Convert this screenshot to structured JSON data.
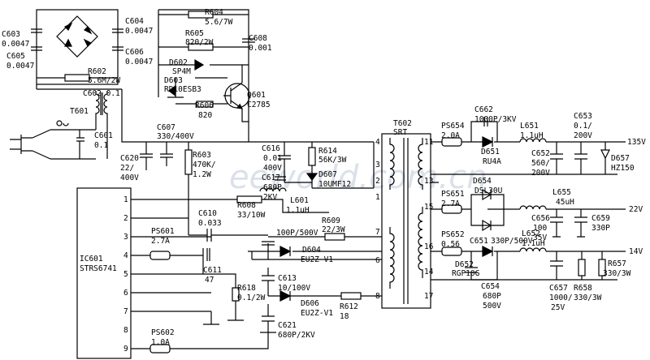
{
  "watermark": "eeworld.com.cn",
  "ic": {
    "ref": "IC601",
    "part": "STRS6741",
    "pins": [
      "1",
      "2",
      "3",
      "4",
      "5",
      "6",
      "7",
      "8",
      "9"
    ]
  },
  "transformer": {
    "ref": "T602",
    "part": "SRT",
    "pins": [
      "4",
      "3",
      "2",
      "1",
      "7",
      "6",
      "8",
      "11",
      "13",
      "15",
      "16",
      "14",
      "17"
    ]
  },
  "labels": [
    {
      "id": "c603-ref",
      "text": "C603"
    },
    {
      "id": "c603-val",
      "text": "0.0047"
    },
    {
      "id": "c605-ref",
      "text": "C605"
    },
    {
      "id": "c605-val",
      "text": "0.0047"
    },
    {
      "id": "c604-ref",
      "text": "C604"
    },
    {
      "id": "c604-val",
      "text": "0.0047"
    },
    {
      "id": "c606-ref",
      "text": "C606"
    },
    {
      "id": "c606-val",
      "text": "0.0047"
    },
    {
      "id": "r602-ref",
      "text": "R602"
    },
    {
      "id": "r602-val",
      "text": "5.6M/2W"
    },
    {
      "id": "t601-ref",
      "text": "T601"
    },
    {
      "id": "c602",
      "text": "C602 0.1"
    },
    {
      "id": "c601-ref",
      "text": "C601"
    },
    {
      "id": "c601-val",
      "text": "0.1"
    },
    {
      "id": "r604-ref",
      "text": "R604"
    },
    {
      "id": "r604-val",
      "text": "5.6/7W"
    },
    {
      "id": "r605-ref",
      "text": "R605"
    },
    {
      "id": "r605-val",
      "text": "820/2W"
    },
    {
      "id": "c608-ref",
      "text": "C608"
    },
    {
      "id": "c608-val",
      "text": "0.001"
    },
    {
      "id": "d602-ref",
      "text": "D602"
    },
    {
      "id": "d602-val",
      "text": "SP4M"
    },
    {
      "id": "d603-ref",
      "text": "D603"
    },
    {
      "id": "d603-val",
      "text": "RD10ESB3"
    },
    {
      "id": "q601-ref",
      "text": "Q601"
    },
    {
      "id": "q601-val",
      "text": "C2785"
    },
    {
      "id": "r606-ref",
      "text": "R606"
    },
    {
      "id": "r606-val",
      "text": "820"
    },
    {
      "id": "c607-ref",
      "text": "C607"
    },
    {
      "id": "c607-val",
      "text": "330/400V"
    },
    {
      "id": "c620-ref",
      "text": "C620"
    },
    {
      "id": "c620-v1",
      "text": "22/"
    },
    {
      "id": "c620-v2",
      "text": "400V"
    },
    {
      "id": "r603-ref",
      "text": "R603"
    },
    {
      "id": "r603-v1",
      "text": "470K/"
    },
    {
      "id": "r603-v2",
      "text": "1.2W"
    },
    {
      "id": "c616-ref",
      "text": "C616"
    },
    {
      "id": "c616-v1",
      "text": "0.01"
    },
    {
      "id": "c616-v2",
      "text": "400V"
    },
    {
      "id": "r614-ref",
      "text": "R614"
    },
    {
      "id": "r614-val",
      "text": "56K/3W"
    },
    {
      "id": "c617-ref",
      "text": "C617"
    },
    {
      "id": "c617-v1",
      "text": "680P"
    },
    {
      "id": "c617-v2",
      "text": "2KV"
    },
    {
      "id": "d607-ref",
      "text": "D607"
    },
    {
      "id": "d607-val",
      "text": "10UMF12"
    },
    {
      "id": "l601-ref",
      "text": "L601"
    },
    {
      "id": "l601-val",
      "text": "1.1uH"
    },
    {
      "id": "r608-ref",
      "text": "R608"
    },
    {
      "id": "r608-val",
      "text": "33/10W"
    },
    {
      "id": "c610-ref",
      "text": "C610"
    },
    {
      "id": "c610-val",
      "text": "0.033"
    },
    {
      "id": "r609-ref",
      "text": "R609"
    },
    {
      "id": "r609-val",
      "text": "22/3W"
    },
    {
      "id": "ps601-ref",
      "text": "PS601"
    },
    {
      "id": "ps601-val",
      "text": "2.7A"
    },
    {
      "id": "c100p",
      "text": "100P/500V"
    },
    {
      "id": "d604-ref",
      "text": "D604"
    },
    {
      "id": "d604-val",
      "text": "EU2Z-V1"
    },
    {
      "id": "c611-ref",
      "text": "C611"
    },
    {
      "id": "c611-val",
      "text": "47"
    },
    {
      "id": "c613-ref",
      "text": "C613"
    },
    {
      "id": "c613-val",
      "text": "10/100V"
    },
    {
      "id": "r618-ref",
      "text": "R618"
    },
    {
      "id": "r618-val",
      "text": "0.1/2W"
    },
    {
      "id": "d606-ref",
      "text": "D606"
    },
    {
      "id": "d606-val",
      "text": "EU2Z-V1"
    },
    {
      "id": "r612-ref",
      "text": "R612"
    },
    {
      "id": "r612-val",
      "text": "18"
    },
    {
      "id": "c621-ref",
      "text": "C621"
    },
    {
      "id": "c621-val",
      "text": "680P/2KV"
    },
    {
      "id": "ps602-ref",
      "text": "PS602"
    },
    {
      "id": "ps602-val",
      "text": "1.0A"
    },
    {
      "id": "ps654-ref",
      "text": "PS654"
    },
    {
      "id": "ps654-val",
      "text": "2.0A"
    },
    {
      "id": "c662-ref",
      "text": "C662"
    },
    {
      "id": "c662-val",
      "text": "1000P/3KV"
    },
    {
      "id": "d651-ref",
      "text": "D651"
    },
    {
      "id": "d651-val",
      "text": "RU4A"
    },
    {
      "id": "l651-ref",
      "text": "L651"
    },
    {
      "id": "l651-val",
      "text": "1.1uH"
    },
    {
      "id": "c652-ref",
      "text": "C652"
    },
    {
      "id": "c652-v1",
      "text": "560/"
    },
    {
      "id": "c652-v2",
      "text": "200V"
    },
    {
      "id": "c653-ref",
      "text": "C653"
    },
    {
      "id": "c653-v1",
      "text": "0.1/"
    },
    {
      "id": "c653-v2",
      "text": "200V"
    },
    {
      "id": "d657-ref",
      "text": "D657"
    },
    {
      "id": "d657-val",
      "text": "HZ150"
    },
    {
      "id": "out135",
      "text": "135V"
    },
    {
      "id": "d654-ref",
      "text": "D654"
    },
    {
      "id": "d654-val",
      "text": "DSL30U"
    },
    {
      "id": "l655-ref",
      "text": "L655"
    },
    {
      "id": "l655-val",
      "text": "45uH"
    },
    {
      "id": "ps651-ref",
      "text": "PS651"
    },
    {
      "id": "ps651-val",
      "text": "2.7A"
    },
    {
      "id": "c656-ref",
      "text": "C656"
    },
    {
      "id": "c656-v1",
      "text": "100"
    },
    {
      "id": "c656-v2",
      "text": "35V"
    },
    {
      "id": "c659-ref",
      "text": "C659"
    },
    {
      "id": "c659-val",
      "text": "330P"
    },
    {
      "id": "out22",
      "text": "22V"
    },
    {
      "id": "ps652-ref",
      "text": "PS652"
    },
    {
      "id": "ps652-val",
      "text": "0.56"
    },
    {
      "id": "c651",
      "text": "C651"
    },
    {
      "id": "c330p",
      "text": "330P/500V"
    },
    {
      "id": "d652-ref",
      "text": "D652"
    },
    {
      "id": "d652-val",
      "text": "RGP10G"
    },
    {
      "id": "l652-ref",
      "text": "L652"
    },
    {
      "id": "l652-val",
      "text": "1.1uH"
    },
    {
      "id": "out14",
      "text": "14V"
    },
    {
      "id": "c654-ref",
      "text": "C654"
    },
    {
      "id": "c654-v1",
      "text": "680P"
    },
    {
      "id": "c654-v2",
      "text": "500V"
    },
    {
      "id": "c657-ref",
      "text": "C657"
    },
    {
      "id": "c657-v1",
      "text": "1000/"
    },
    {
      "id": "c657-v2",
      "text": "25V"
    },
    {
      "id": "r658-ref",
      "text": "R658"
    },
    {
      "id": "r658-val",
      "text": "330/3W"
    },
    {
      "id": "r657-ref",
      "text": "R657"
    },
    {
      "id": "r657-val",
      "text": "330/3W"
    }
  ]
}
